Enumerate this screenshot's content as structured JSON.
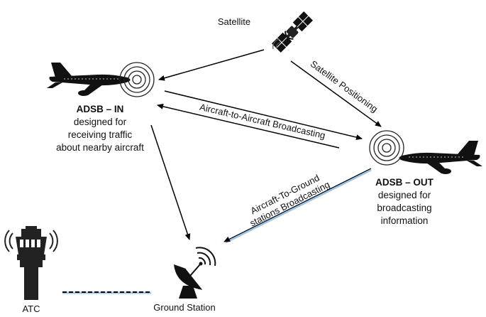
{
  "nodes": {
    "satellite": {
      "label": "Satellite"
    },
    "adsb_in": {
      "title": "ADSB – IN",
      "lines": [
        "designed for",
        "receiving traffic",
        "about nearby aircraft"
      ]
    },
    "adsb_out": {
      "title": "ADSB – OUT",
      "lines": [
        "designed for",
        "broadcasting",
        "information"
      ]
    },
    "ground_station": {
      "label": "Ground Station"
    },
    "atc": {
      "label": "ATC"
    }
  },
  "links": {
    "satellite_positioning": "Satellite Positioning",
    "air_to_air": "Aircraft-to-Aircraft Broadcasting",
    "air_to_ground_line1": "Aircraft-To-Ground",
    "air_to_ground_line2": "stations Broadcasting"
  },
  "colors": {
    "ink": "#000000",
    "ground_link_highlight": "#9ec3e6"
  },
  "icons": [
    "satellite-icon",
    "airplane-icon",
    "radio-waves-icon",
    "dish-antenna-icon",
    "control-tower-icon"
  ]
}
